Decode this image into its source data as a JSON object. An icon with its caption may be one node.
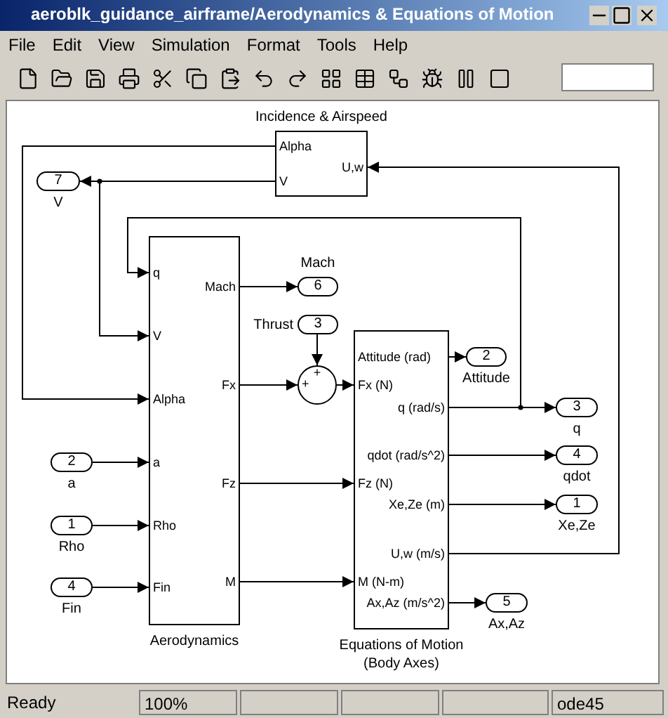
{
  "diagram": {
    "title": "aeroblk_guidance_airframe/Aerodynamics & Equations of Motion",
    "nodes": [
      {
        "text": [
          "Incidence & Airspeed",
          "Alpha",
          "V",
          "U,w"
        ]
      },
      {
        "text": [
          "7"
        ],
        "beside": [
          "V"
        ]
      },
      {
        "text": [
          "q",
          "Mach",
          "V",
          "Fx",
          "Alpha",
          "a",
          "Fz",
          "Rho",
          "M",
          "Fin",
          "Aerodynamics"
        ]
      },
      {
        "text": [
          "6"
        ],
        "beside": [
          "Mach"
        ]
      },
      {
        "text": [
          "3"
        ],
        "beside": [
          "Thrust"
        ]
      },
      {
        "text": [
          "+",
          "+"
        ]
      },
      {
        "text": [
          "Attitude (rad)",
          "Fx (N)",
          "q (rad/s)",
          "qdot (rad/s^2)",
          "Fz (N)",
          "Xe,Ze (m)",
          "U,w (m/s)",
          "M (N-m)",
          "Ax,Az (m/s^2)",
          "Equations of Motion (Body Axes)"
        ]
      },
      {
        "text": [
          "2"
        ],
        "beside": [
          "Attitude"
        ]
      },
      {
        "text": [
          "3"
        ],
        "beside": [
          "q"
        ]
      },
      {
        "text": [
          "2"
        ],
        "beside": [
          "a"
        ]
      },
      {
        "text": [
          "4"
        ],
        "beside": [
          "qdot"
        ]
      },
      {
        "text": [
          "1"
        ],
        "beside": [
          "Rho"
        ]
      },
      {
        "text": [
          "1"
        ],
        "beside": [
          "Xe,Ze"
        ]
      },
      {
        "text": [
          "4"
        ],
        "beside": [
          "Fin"
        ]
      },
      {
        "text": [
          "5"
        ],
        "beside": [
          "Ax,Az"
        ]
      }
    ],
    "edges": [
      {
        "from": 0,
        "to": 1,
        "arrow": "to"
      },
      {
        "from": 0,
        "to": 2,
        "arrow": "to"
      },
      {
        "from": 0,
        "to": 2,
        "arrow": "to"
      },
      {
        "from": 6,
        "to": 2,
        "arrow": "to"
      },
      {
        "from": 6,
        "to": 8,
        "arrow": "to"
      },
      {
        "from": 2,
        "to": 3,
        "arrow": "to"
      },
      {
        "from": 4,
        "to": 5,
        "arrow": "to"
      },
      {
        "from": 2,
        "to": 5,
        "arrow": "to"
      },
      {
        "from": 5,
        "to": 6,
        "arrow": "to"
      },
      {
        "from": 6,
        "to": 7,
        "arrow": "to"
      },
      {
        "from": 9,
        "to": 2,
        "arrow": "to"
      },
      {
        "from": 11,
        "to": 2,
        "arrow": "to"
      },
      {
        "from": 13,
        "to": 2,
        "arrow": "to"
      },
      {
        "from": 2,
        "to": 6,
        "arrow": "to"
      },
      {
        "from": 2,
        "to": 6,
        "arrow": "to"
      },
      {
        "from": 6,
        "to": 10,
        "arrow": "to"
      },
      {
        "from": 6,
        "to": 12,
        "arrow": "to"
      },
      {
        "from": 6,
        "to": 14,
        "arrow": "to"
      },
      {
        "from": 6,
        "to": 0,
        "arrow": "to"
      }
    ],
    "labels": [
      "File",
      "Edit",
      "View",
      "Simulation",
      "Format",
      "Tools",
      "Help",
      "Ready",
      "100%",
      "ode45"
    ]
  }
}
